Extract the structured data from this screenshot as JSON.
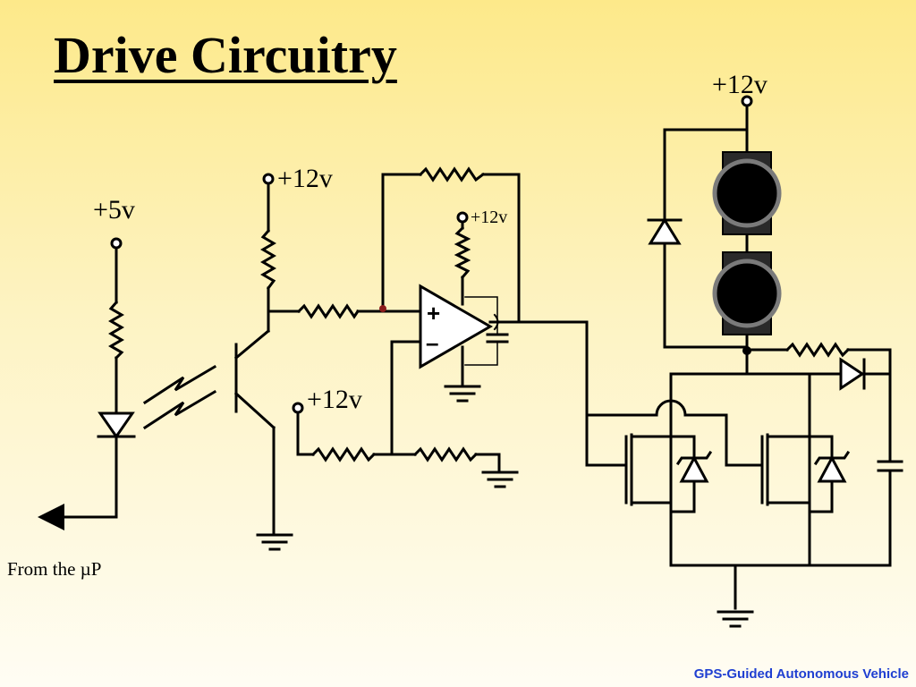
{
  "slide": {
    "title": "Drive Circuitry",
    "footer": "GPS-Guided Autonomous Vehicle"
  },
  "labels": {
    "supply_5v": "+5v",
    "supply_12v_transistor": "+12v",
    "supply_12v_opamp": "+12v",
    "supply_12v_divider": "+12v",
    "supply_12v_motor": "+12v",
    "input_source": "From the µP",
    "opamp_plus": "+",
    "opamp_minus": "–"
  },
  "colors": {
    "wire": "#000000",
    "motor_body": "#2a2a2a",
    "motor_ring": "#7a7a7a",
    "footer_text": "#1f3fd1"
  }
}
